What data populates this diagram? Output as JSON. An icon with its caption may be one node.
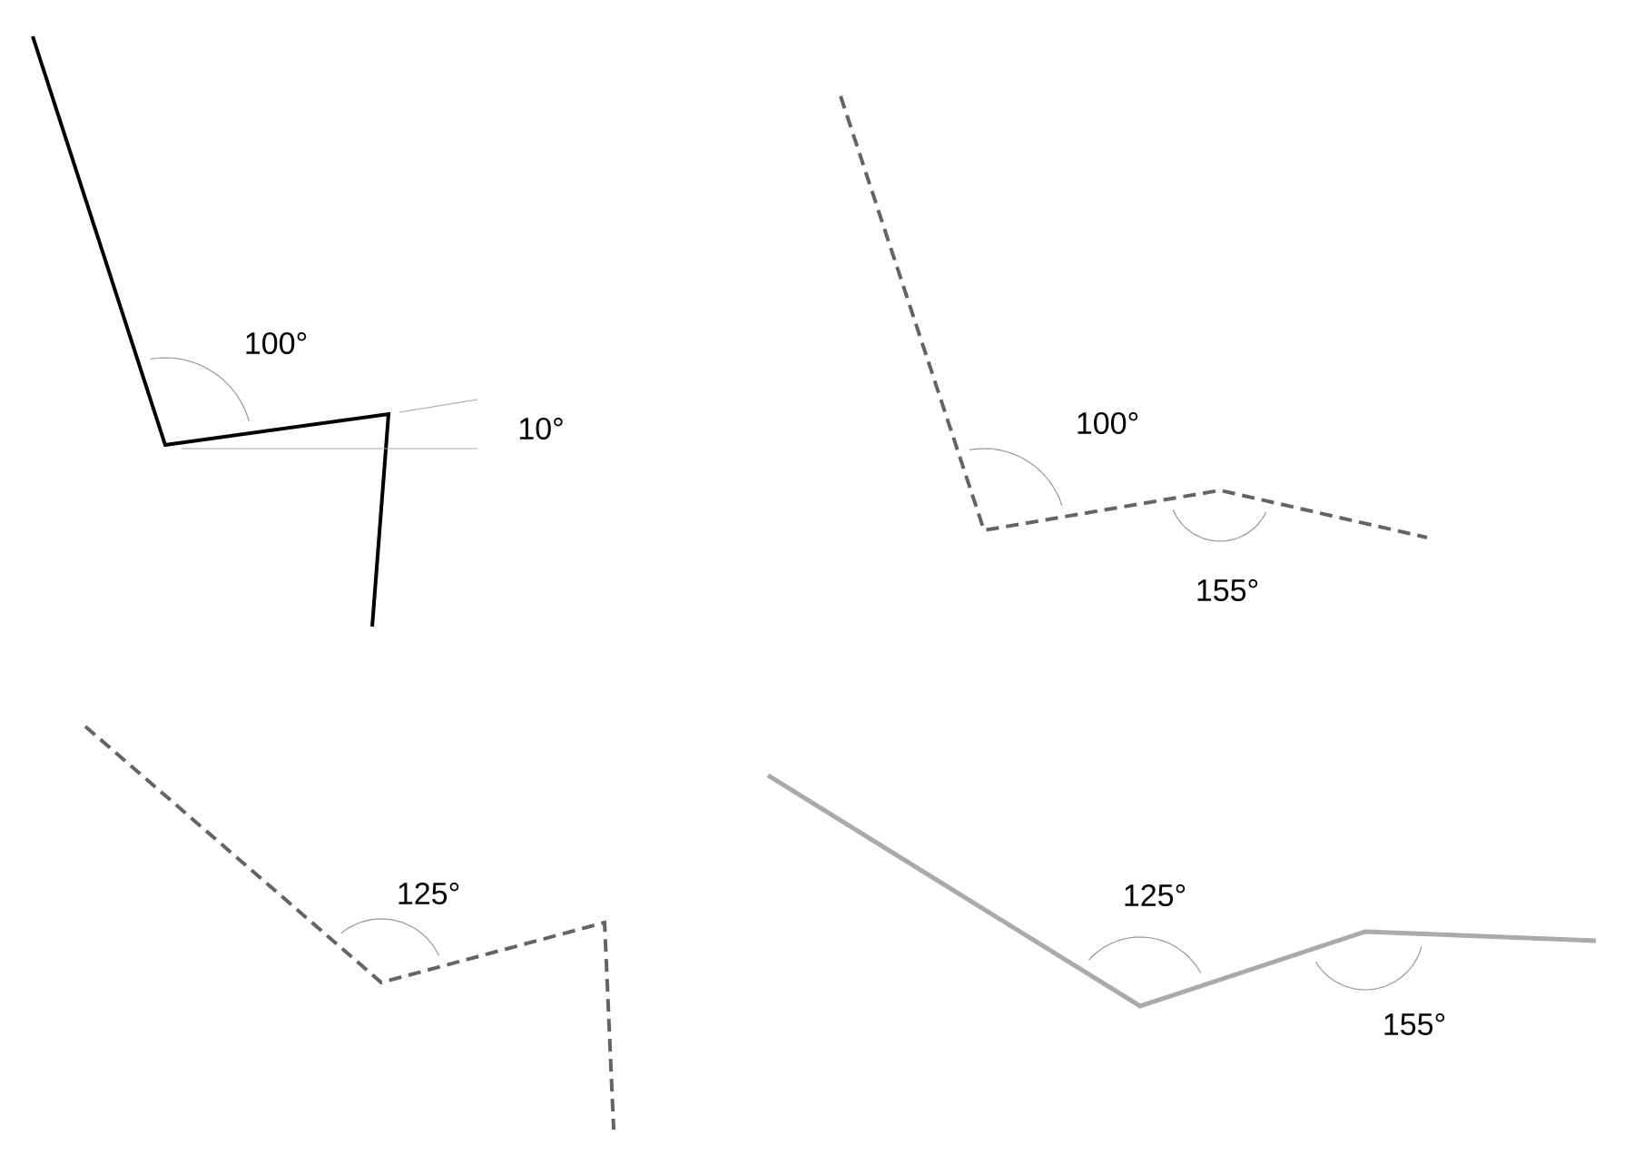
{
  "diagram": {
    "labels": [
      "100°",
      "10°",
      "100°",
      "155°",
      "125°",
      "125°",
      "155°"
    ]
  }
}
